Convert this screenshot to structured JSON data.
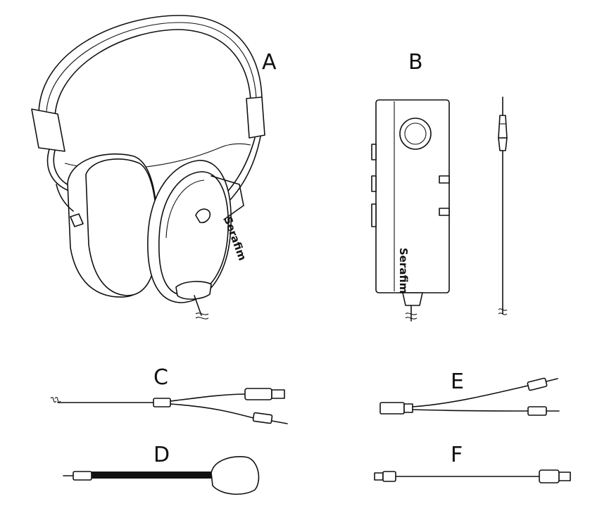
{
  "labels": {
    "a": "A",
    "b": "B",
    "c": "C",
    "d": "D",
    "e": "E",
    "f": "F"
  },
  "brand": "Serafim",
  "colors": {
    "line": "#111111",
    "background": "#ffffff"
  }
}
